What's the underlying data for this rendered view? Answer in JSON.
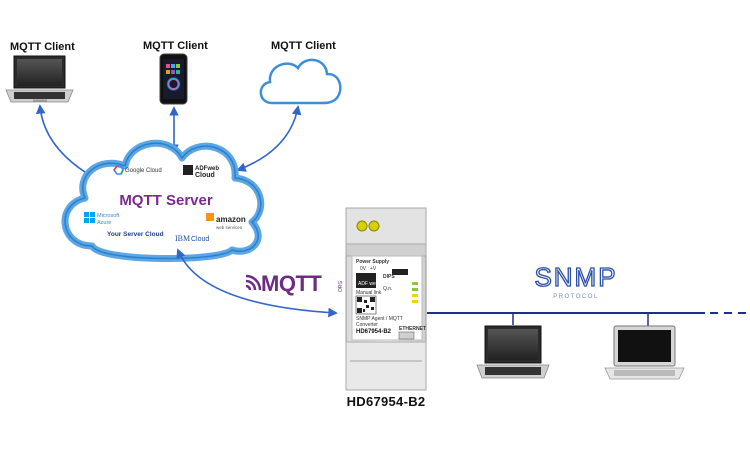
{
  "clients": {
    "laptop": "MQTT Client",
    "phone": "MQTT Client",
    "cloud": "MQTT Client"
  },
  "server": {
    "title": "MQTT Server",
    "google": "Google Cloud",
    "adfweb_line1": "ADFweb",
    "adfweb_line2": "Cloud",
    "microsoft_line1": "Microsoft",
    "microsoft_line2": "Azure",
    "your_server": "Your Server Cloud",
    "ibm_line1": "IBM",
    "ibm_line2": "Cloud",
    "amazon_line1": "amazon",
    "amazon_line2": "web services"
  },
  "mqtt_logo": {
    "text": "MQTT",
    "suffix": "ORG"
  },
  "snmp_logo": {
    "text": "SNMP",
    "sub": "PROTOCOL"
  },
  "device": {
    "name": "HD67954-B2",
    "power_supply": "Power Supply",
    "voltage_neg": "0V",
    "voltage_pos": "+V",
    "dips": "DIPS",
    "qr_label": "Q.n.",
    "brand": "ADF web",
    "manual": "Manual link",
    "desc_line1": "SNMP Agent / MQTT",
    "desc_line2": "Converter",
    "model": "HD67954-B2",
    "ethernet": "ETHERNET"
  },
  "colors": {
    "cloud_stroke": "#3f8fd6",
    "arrow": "#3366cc",
    "network_line": "#1c2f8c",
    "server_title": "#7a2a8c",
    "mqtt_logo": "#6b2c82"
  }
}
